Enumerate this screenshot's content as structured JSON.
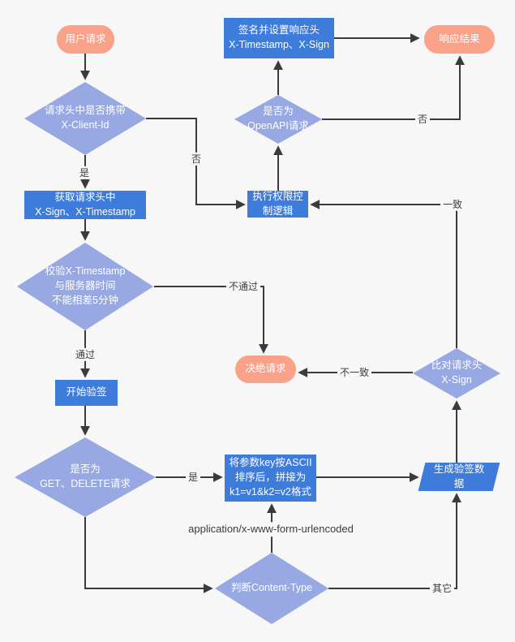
{
  "colors": {
    "background": "#f7f7f7",
    "process_fill": "#3d7cda",
    "decision_fill": "#97a8e3",
    "terminal_fill": "#f9a189",
    "connector": "#3b3b3b",
    "shape_text": "#ffffff",
    "label_text": "#3d3d3d"
  },
  "nodes": {
    "user_request": {
      "type": "terminal",
      "label": "用户请求"
    },
    "has_client_id": {
      "type": "decision",
      "label": "请求头中是否携带\nX-Client-Id"
    },
    "get_request_headers": {
      "type": "process",
      "label": "获取请求头中\nX-Sign、X-Timestamp"
    },
    "validate_timestamp": {
      "type": "decision",
      "label": "校验X-Timestamp\n与服务器时间\n不能相差5分钟"
    },
    "start_verification": {
      "type": "process",
      "label": "开始验签"
    },
    "is_get_delete": {
      "type": "decision",
      "label": "是否为\nGET、DELETE请求"
    },
    "sign_response_header": {
      "type": "process",
      "label": "签名并设置响应头\nX-Timestamp、X-Sign"
    },
    "response_result": {
      "type": "terminal",
      "label": "响应结果"
    },
    "is_openapi_request": {
      "type": "decision",
      "label": "是否为\nOpenAPI请求"
    },
    "exec_permission_logic": {
      "type": "process",
      "label": "执行权限控\n制逻辑"
    },
    "reject_request": {
      "type": "terminal",
      "label": "决绝请求"
    },
    "compare_x_sign": {
      "type": "decision",
      "label": "比对请求头\nX-Sign"
    },
    "sort_params_ascii": {
      "type": "process",
      "label": "将参数key按ASCII\n排序后，拼接为\nk1=v1&k2=v2格式"
    },
    "generate_verify_data": {
      "type": "parallelogram",
      "label": "生成验签数\n据"
    },
    "check_content_type": {
      "type": "decision",
      "label": "判断Content-Type"
    }
  },
  "edge_labels": {
    "client_id_yes": "是",
    "client_id_no": "否",
    "timestamp_pass": "通过",
    "timestamp_fail": "不通过",
    "openapi_no": "否",
    "sign_match": "一致",
    "sign_mismatch": "不一致",
    "get_delete_yes": "是",
    "content_type_form": "application/x-www-form-urlencoded",
    "content_type_other": "其它"
  }
}
